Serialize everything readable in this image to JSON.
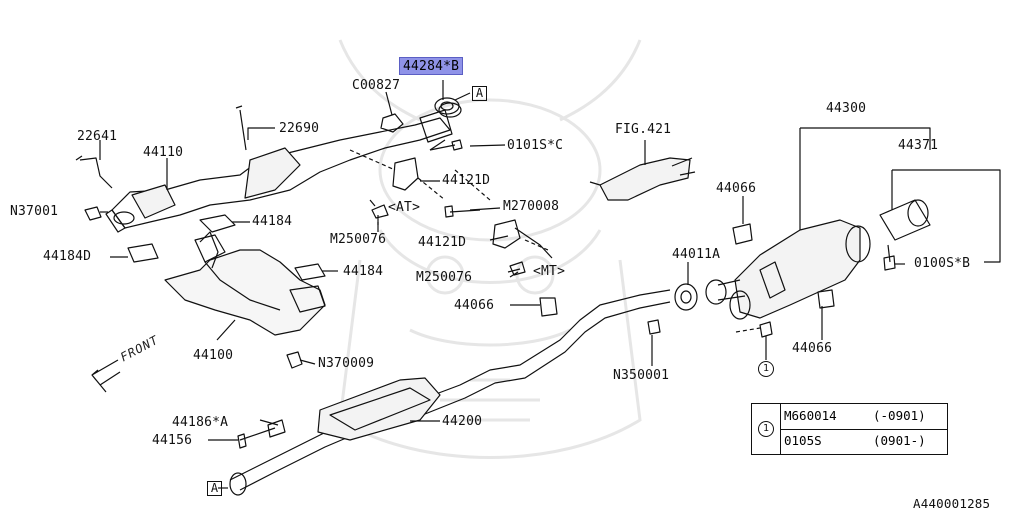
{
  "diagram": {
    "watermark_icon": "samurai-helmet-watermark",
    "highlight_color": "#8f93e8",
    "line_color": "#111111",
    "image_id": "A440001285",
    "front_label": "FRONT",
    "ref_a": "A",
    "legend_ref": "1",
    "labels": {
      "p44284B": "44284*B",
      "c00827": "C00827",
      "p22690": "22690",
      "p22641": "22641",
      "p44110": "44110",
      "n37001": "N37001",
      "p0101SC": "0101S*C",
      "p44121D_top": "44121D",
      "at": "<AT>",
      "m270008": "M270008",
      "m250076_a": "M250076",
      "p44121D_mid": "44121D",
      "m250076_b": "M250076",
      "mt": "<MT>",
      "p44184_top": "44184",
      "p44184D": "44184D",
      "p44184_mid": "44184",
      "p44100": "44100",
      "n370009": "N370009",
      "fig421": "FIG.421",
      "p44066_top": "44066",
      "p44011A": "44011A",
      "p44066_mid": "44066",
      "n350001": "N350001",
      "p44300": "44300",
      "p44371": "44371",
      "p0100SB": "0100S*B",
      "p44066_right": "44066",
      "p44186A": "44186*A",
      "p44156": "44156",
      "p44200": "44200"
    },
    "legend": {
      "rows": [
        {
          "code": "M660014",
          "date": "(-0901)"
        },
        {
          "code": "0105S",
          "date": "(0901-)"
        }
      ]
    }
  }
}
